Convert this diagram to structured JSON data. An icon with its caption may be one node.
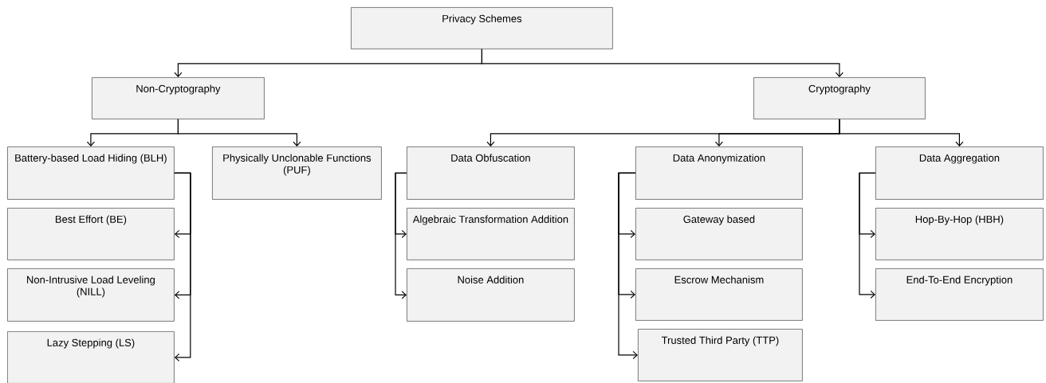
{
  "diagram": {
    "nodes": [
      {
        "text": [
          "Privacy Schemes"
        ]
      },
      {
        "text": [
          "Non-Cryptography"
        ]
      },
      {
        "text": [
          "Cryptography"
        ]
      },
      {
        "text": [
          "Battery-based Load Hiding (BLH)"
        ]
      },
      {
        "text": [
          "Physically Unclonable Functions (PUF)"
        ]
      },
      {
        "text": [
          "Data Obfuscation"
        ]
      },
      {
        "text": [
          "Data Anonymization"
        ]
      },
      {
        "text": [
          "Data Aggregation"
        ]
      },
      {
        "text": [
          "Best Effort (BE)"
        ]
      },
      {
        "text": [
          "Non-Intrusive Load Leveling (NILL)"
        ]
      },
      {
        "text": [
          "Lazy Stepping (LS)"
        ]
      },
      {
        "text": [
          "Algebraic Transformation Addition"
        ]
      },
      {
        "text": [
          "Noise Addition"
        ]
      },
      {
        "text": [
          "Gateway based"
        ]
      },
      {
        "text": [
          "Escrow Mechanism"
        ]
      },
      {
        "text": [
          "Trusted Third Party (TTP)"
        ]
      },
      {
        "text": [
          "Hop-By-Hop (HBH)"
        ]
      },
      {
        "text": [
          "End-To-End Encryption"
        ]
      }
    ],
    "edges": [
      {
        "from": 0,
        "to": 1,
        "arrow": "to"
      },
      {
        "from": 0,
        "to": 2,
        "arrow": "to"
      },
      {
        "from": 1,
        "to": 3,
        "arrow": "to"
      },
      {
        "from": 1,
        "to": 4,
        "arrow": "to"
      },
      {
        "from": 2,
        "to": 5,
        "arrow": "to"
      },
      {
        "from": 2,
        "to": 6,
        "arrow": "to"
      },
      {
        "from": 2,
        "to": 7,
        "arrow": "to"
      },
      {
        "from": 3,
        "to": 8,
        "arrow": "to"
      },
      {
        "from": 3,
        "to": 9,
        "arrow": "to"
      },
      {
        "from": 3,
        "to": 10,
        "arrow": "to"
      },
      {
        "from": 5,
        "to": 11,
        "arrow": "to"
      },
      {
        "from": 5,
        "to": 12,
        "arrow": "to"
      },
      {
        "from": 6,
        "to": 13,
        "arrow": "to"
      },
      {
        "from": 6,
        "to": 14,
        "arrow": "to"
      },
      {
        "from": 6,
        "to": 15,
        "arrow": "to"
      },
      {
        "from": 7,
        "to": 16,
        "arrow": "to"
      },
      {
        "from": 7,
        "to": 17,
        "arrow": "to"
      }
    ]
  }
}
